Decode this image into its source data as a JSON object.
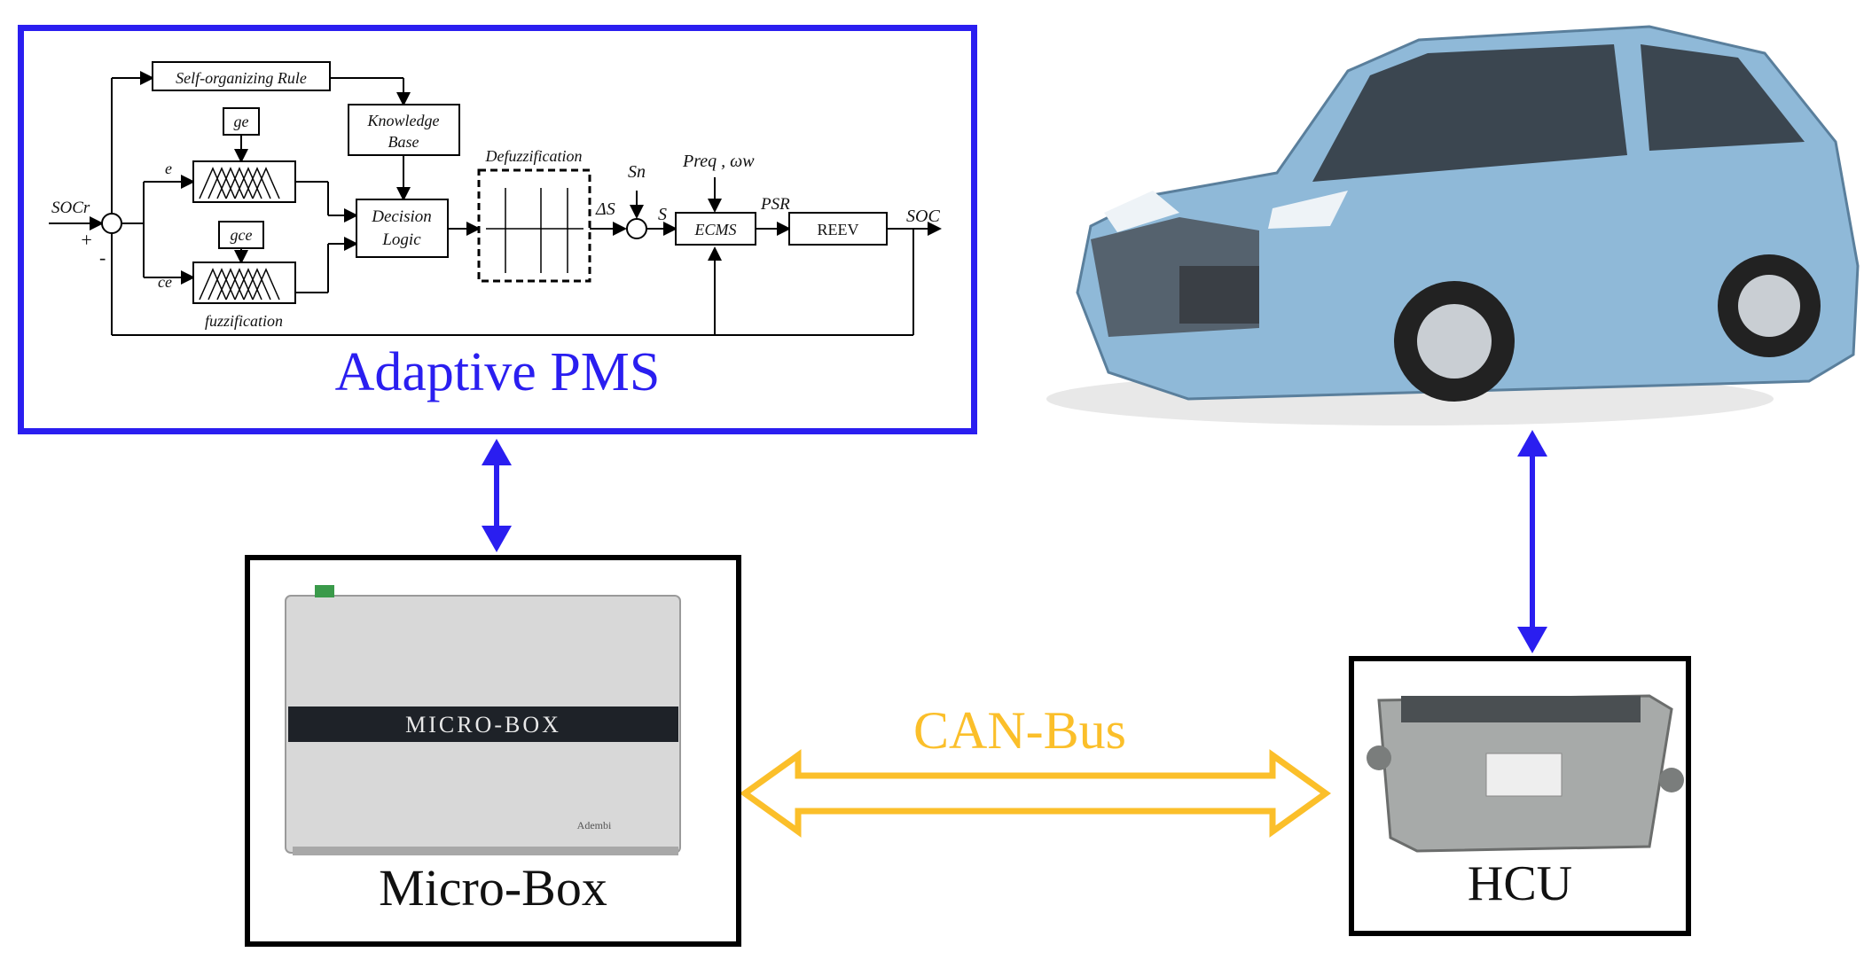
{
  "pms": {
    "title": "Adaptive PMS",
    "self_organizing": "Self-organizing Rule",
    "knowledge_base_1": "Knowledge",
    "knowledge_base_2": "Base",
    "ge": "ge",
    "gce": "gce",
    "e": "e",
    "ce": "ce",
    "soc_r": "SOCr",
    "plus": "+",
    "minus": "-",
    "decision_1": "Decision",
    "decision_2": "Logic",
    "defuzzification": "Defuzzification",
    "fuzzification": "fuzzification",
    "delta_s": "ΔS",
    "s_n": "Sn",
    "s": "S",
    "p_omega": "Preq , ωw",
    "ecms": "ECMS",
    "psr": "PSR",
    "reev": "REEV",
    "soc": "SOC"
  },
  "microbox": {
    "label": "Micro-Box",
    "device_text": "MICRO-BOX",
    "brand": "Adembi"
  },
  "hcu": {
    "label": "HCU"
  },
  "canbus": {
    "label": "CAN-Bus"
  },
  "colors": {
    "blue": "#2a1ef0",
    "yellow": "#fbbf2a",
    "car_body": "#8fb9d8"
  }
}
